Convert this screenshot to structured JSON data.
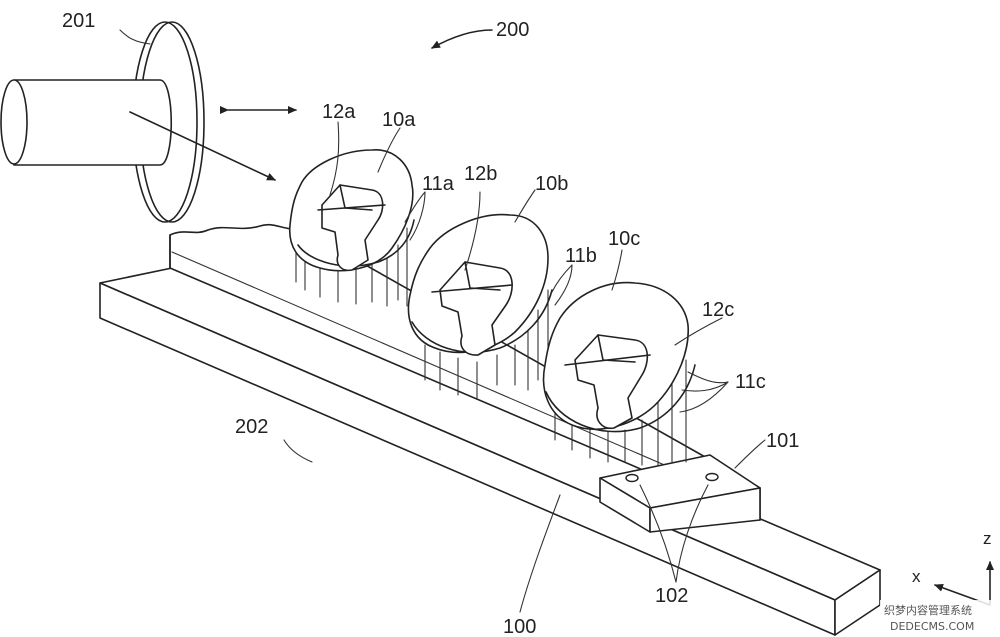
{
  "labels": {
    "ref_200": "200",
    "ref_201": "201",
    "ref_202": "202",
    "ref_100": "100",
    "ref_101": "101",
    "ref_102": "102",
    "ref_10a": "10a",
    "ref_10b": "10b",
    "ref_10c": "10c",
    "ref_11a": "11a",
    "ref_11b": "11b",
    "ref_11c": "11c",
    "ref_12a": "12a",
    "ref_12b": "12b",
    "ref_12c": "12c"
  },
  "axes": {
    "z": "z",
    "x": "x"
  },
  "watermark": {
    "line1": "织梦内容管理系统",
    "line2": "DEDECMS.COM"
  }
}
